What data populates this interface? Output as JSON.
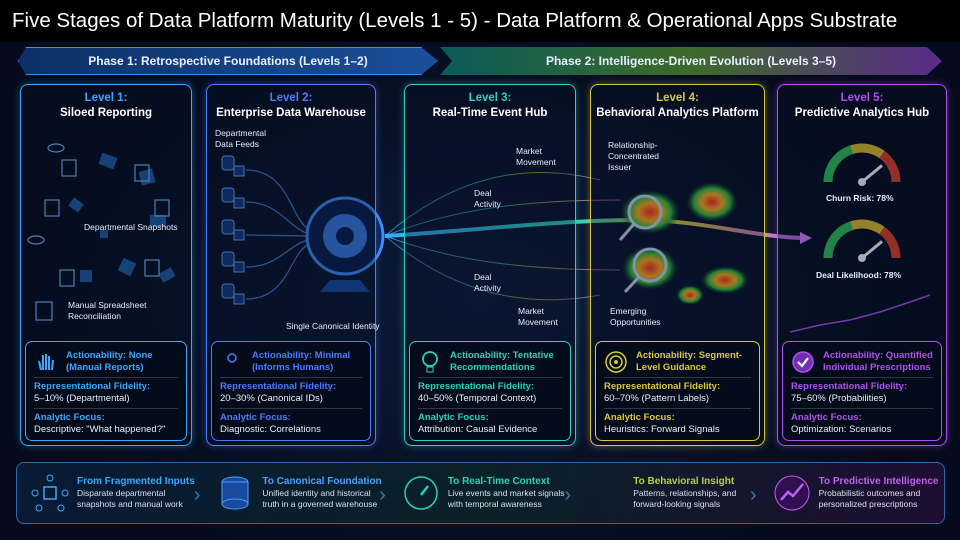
{
  "title": "Five Stages of Data Platform Maturity (Levels 1 - 5) - Data Platform & Operational Apps Substrate",
  "phases": [
    "Phase 1: Retrospective Foundations (Levels 1–2)",
    "Phase 2: Intelligence-Driven Evolution (Levels 3–5)"
  ],
  "levels": [
    {
      "level": "Level 1:",
      "title": "Siloed Reporting",
      "color": "#3aa8ff",
      "actionability": "Actionability: None",
      "actionability_sub": "(Manual Reports)",
      "fidelity_label": "Representational Fidelity:",
      "fidelity": "5–10% (Departmental)",
      "focus_label": "Analytic Focus:",
      "focus": "Descriptive: \"What happened?\"",
      "icon": "hand-icon",
      "illustration_labels": [
        "Departmental Snapshots",
        "Manual Spreadsheet Reconciliation"
      ]
    },
    {
      "level": "Level 2:",
      "title": "Enterprise Data Warehouse",
      "color": "#4a7cff",
      "actionability": "Actionability: Minimal",
      "actionability_sub": "(Informs Humans)",
      "fidelity_label": "Representational Fidelity:",
      "fidelity": "20–30% (Canonical IDs)",
      "focus_label": "Analytic Focus:",
      "focus": "Diagnostic: Correlations",
      "icon": "users-icon",
      "illustration_labels": [
        "Departmental Data Feeds",
        "Single Canonical Identity"
      ]
    },
    {
      "level": "Level 3:",
      "title": "Real-Time Event Hub",
      "color": "#2ad0b8",
      "actionability": "Actionability: Tentative",
      "actionability_sub": "Recommendations",
      "fidelity_label": "Representational Fidelity:",
      "fidelity": "40–50% (Temporal Context)",
      "focus_label": "Analytic Focus:",
      "focus": "Attribution: Causal Evidence",
      "icon": "lightbulb-icon",
      "illustration_labels": [
        "Market Movement",
        "Deal Activity",
        "Deal Activity",
        "Market Movement"
      ]
    },
    {
      "level": "Level 4:",
      "title": "Behavioral Analytics Platform",
      "color": "#d8c83a",
      "actionability": "Actionability: Segment-",
      "actionability_sub": "Level Guidance",
      "fidelity_label": "Representational Fidelity:",
      "fidelity": "60–70% (Pattern Labels)",
      "focus_label": "Analytic Focus:",
      "focus": "Heuristics: Forward Signals",
      "icon": "target-icon",
      "illustration_labels": [
        "Relationship-Concentrated Issuer",
        "Emerging Opportunities"
      ]
    },
    {
      "level": "Level 5:",
      "title": "Predictive Analytics Hub",
      "color": "#b050f0",
      "actionability": "Actionability: Quantified",
      "actionability_sub": "Individual Prescriptions",
      "fidelity_label": "Representational Fidelity:",
      "fidelity": "75–60% (Probabilities)",
      "focus_label": "Analytic Focus:",
      "focus": "Optimization: Scenarios",
      "icon": "check-circle-icon",
      "illustration_labels": [
        "Churn Risk: 78%",
        "Deal Likelihood: 78%"
      ]
    }
  ],
  "gauges": [
    {
      "label": "Churn Risk: 78%",
      "value": 78
    },
    {
      "label": "Deal Likelihood: 78%",
      "value": 78
    }
  ],
  "strip": [
    {
      "heading": "From Fragmented Inputs",
      "desc": "Disparate departmental snapshots and manual work",
      "color": "#3aa8ff",
      "icon": "network-cube-icon"
    },
    {
      "heading": "To Canonical Foundation",
      "desc": "Unified identity and historical truth in a governed warehouse",
      "color": "#4aa0ff",
      "icon": "database-icon"
    },
    {
      "heading": "To Real-Time Context",
      "desc": "Live events and market signals with temporal awareness",
      "color": "#2ad0b8",
      "icon": "speedometer-icon"
    },
    {
      "heading": "To Behavioral Insight",
      "desc": "Patterns, relationships, and forward-looking signals",
      "color": "#b8d040",
      "icon": "brain-icon"
    },
    {
      "heading": "To Predictive Intelligence",
      "desc": "Probabilistic outcomes and personalized prescriptions",
      "color": "#c060f0",
      "icon": "trend-chart-icon"
    }
  ]
}
